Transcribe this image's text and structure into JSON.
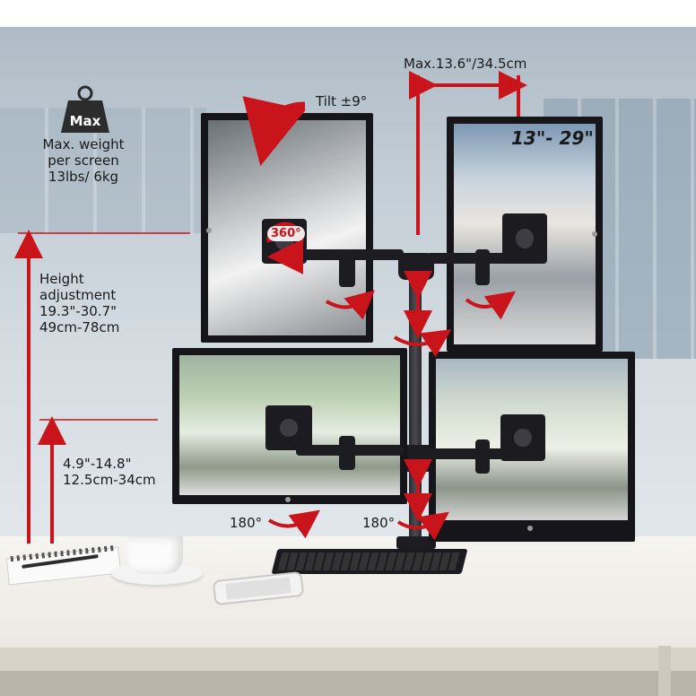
{
  "weight": {
    "badge_label": "Max",
    "line1": "Max. weight",
    "line2": "per screen",
    "line3": "13lbs/ 6kg"
  },
  "tilt": {
    "label": "Tilt ±9°"
  },
  "span": {
    "label": "Max.13.6\"/34.5cm"
  },
  "screen_size": {
    "label": "13\"- 29\""
  },
  "rotation": {
    "label": "360°"
  },
  "height": {
    "line1": "Height",
    "line2": "adjustment",
    "line3": "19.3\"-30.7\"",
    "line4": "49cm-78cm"
  },
  "lower_height": {
    "line1": "4.9\"-14.8\"",
    "line2": "12.5cm-34cm"
  },
  "swivel": {
    "left_label": "180°",
    "right_label": "180°"
  },
  "colors": {
    "accent_red": "#c8141a",
    "text": "#1a1a1a",
    "mount_black": "#1d1d21"
  }
}
